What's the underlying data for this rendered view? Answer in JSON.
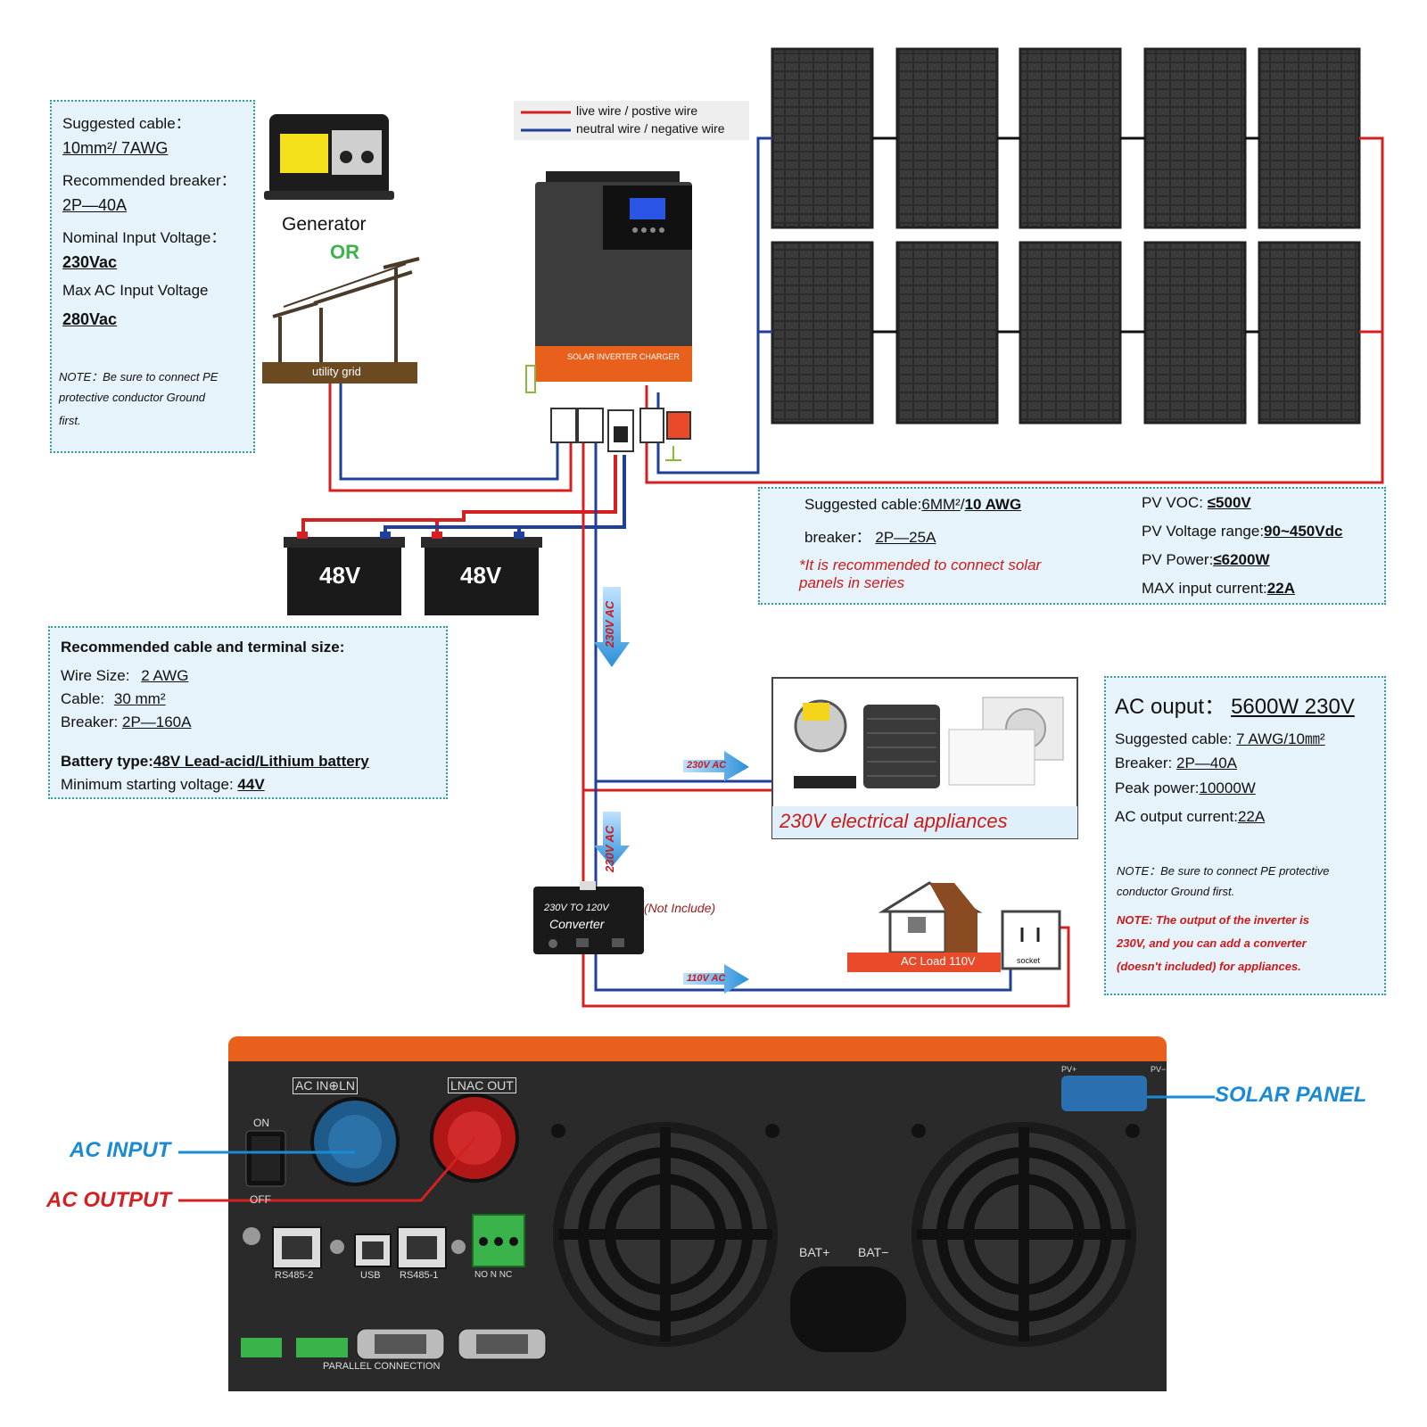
{
  "legend": {
    "live": "live wire / postive wire",
    "neutral": "neutral wire / negative wire"
  },
  "ac_input_box": {
    "suggested_cable_label": "Suggested cable：",
    "suggested_cable_value": "10mm²/ 7AWG",
    "breaker_label": "Recommended breaker：",
    "breaker_value": "2P—40A",
    "nominal_label": "Nominal Input Voltage：",
    "nominal_value": "230Vac",
    "max_label": "Max AC Input Voltage",
    "max_value": "280Vac",
    "note_1": "NOTE：Be sure to  connect PE",
    "note_2": "protective  conductor Ground",
    "note_3": "first."
  },
  "generator_label": "Generator",
  "or_label": "OR",
  "utility_grid_label": "utility grid",
  "inverter_panel_label": "SOLAR INVERTER CHARGER",
  "battery": {
    "left": "48V",
    "right": "48V"
  },
  "battery_box": {
    "title": "Recommended cable and terminal size:",
    "wire_label": "Wire Size:",
    "wire_value": "2 AWG",
    "cable_label": "Cable:",
    "cable_value": "30 mm²",
    "breaker_label": "Breaker:",
    "breaker_value": "2P—160A",
    "type_label": "Battery type:",
    "type_value": "48V Lead-acid/Lithium battery",
    "min_label": "Minimum starting voltage:",
    "min_value": "44V"
  },
  "pv_box": {
    "cable_label": "Suggested cable:",
    "cable_value_1": "6MM²",
    "cable_value_2": "10 AWG",
    "breaker_label": "breaker：",
    "breaker_value": "2P—25A",
    "note_1": "*It is recommended to connect solar",
    "note_2": "panels in series",
    "voc_label": "PV VOC:",
    "voc_value": "≤500V",
    "range_label": "PV Voltage range:",
    "range_value": "90~450Vdc",
    "power_label": "PV Power:",
    "power_value": "≤6200W",
    "current_label": "MAX input current:",
    "current_value": "22A"
  },
  "flow_labels": {
    "ac_230_a": "230V AC",
    "ac_230_b": "230V AC",
    "ac_230_c": "230V AC",
    "ac_110": "110V AC"
  },
  "appliances_label": "230V electrical appliances",
  "ac_output_box": {
    "title_label": "AC ouput：",
    "title_value": "5600W 230V",
    "cable_label": "Suggested cable:",
    "cable_value": "7 AWG/10㎜²",
    "breaker_label": "Breaker:",
    "breaker_value": "2P—40A",
    "peak_label": "Peak power:",
    "peak_value": "10000W",
    "current_label": "AC output current:",
    "current_value": "22A",
    "note_1": "NOTE：Be sure to  connect PE  protective",
    "note_2": "conductor  Ground  first.",
    "note_red_1": "NOTE: The output of the inverter is",
    "note_red_2": "230V, and you can add a converter",
    "note_red_3": "(doesn't included) for         appliances."
  },
  "converter": {
    "line1": "230V TO 120V",
    "line2": "Converter",
    "not_include": "(Not Include)"
  },
  "ac_load": {
    "label": "AC Load  110V",
    "socket": "socket"
  },
  "rear_panel": {
    "ac_in": "AC IN⊕LN",
    "ac_out": "LNAC OUT",
    "on": "ON",
    "off": "OFF",
    "rs485_2": "RS485-2",
    "usb": "USB",
    "rs485_1": "RS485-1",
    "no_n_nc": "NO N NC",
    "parallel": "PARALLEL  CONNECTION",
    "bat_pos": "BAT+",
    "bat_neg": "BAT−",
    "pv_pos": "PV+",
    "pv_neg": "PV−"
  },
  "callouts": {
    "ac_input": "AC INPUT",
    "ac_output": "AC OUTPUT",
    "solar_panel": "SOLAR PANEL"
  },
  "colors": {
    "live": "#d42020",
    "neutral": "#1f3f9a",
    "orange": "#e8601c",
    "accent_blue": "#1a8ad4",
    "green": "#3ab44a"
  }
}
